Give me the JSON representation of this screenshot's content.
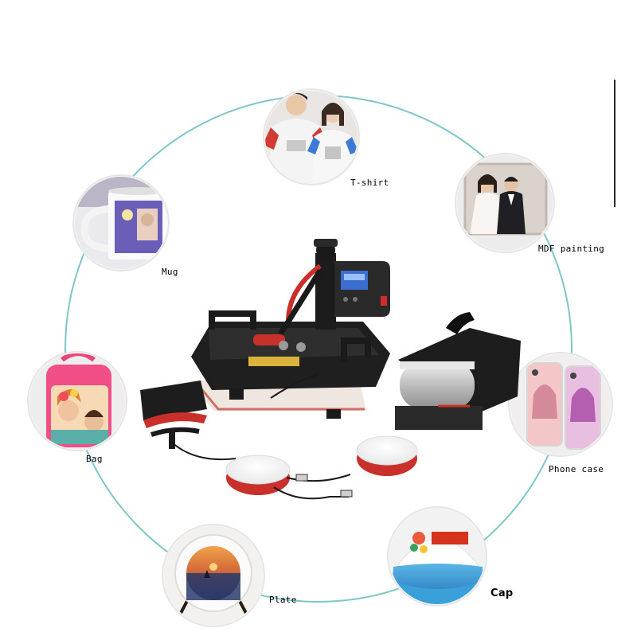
{
  "products": {
    "tshirt": "T-shirt",
    "mdf": "MDF painting",
    "mug": "Mug",
    "bag": "Bag",
    "phone": "Phone case",
    "cap": "Cap",
    "plate": "Plate"
  },
  "colors": {
    "ring": "#7fc6c9",
    "machine": "#1b1b1b",
    "accent_red": "#c9302c",
    "display_blue": "#3a6fd0"
  }
}
